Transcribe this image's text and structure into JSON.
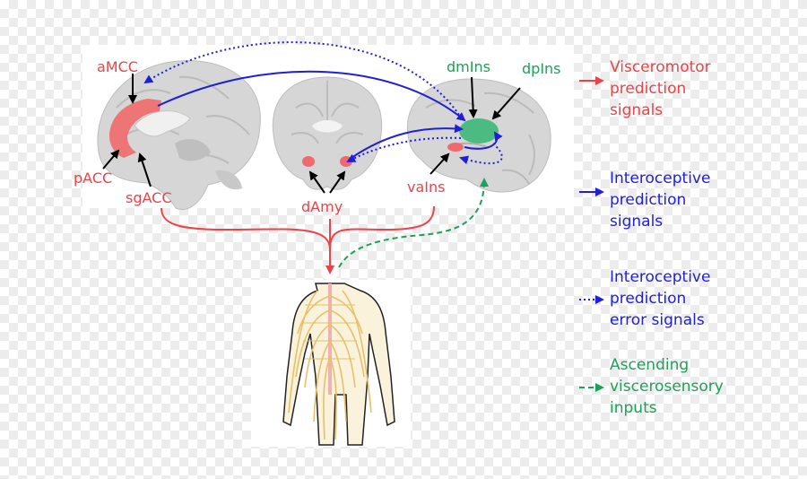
{
  "colors": {
    "red": "#e8454a",
    "blue": "#1f1fd8",
    "green": "#1ea05a",
    "nerve": "#e6c06a",
    "brain": "#d9d9d9"
  },
  "regions": {
    "aMCC": "aMCC",
    "pACC": "pACC",
    "sgACC": "sgACC",
    "dAmy": "dAmy",
    "vaIns": "vaIns",
    "dmIns": "dmIns",
    "dpIns": "dpIns"
  },
  "legend": [
    {
      "lines": [
        "Visceromotor",
        "prediction",
        "signals"
      ],
      "color": "#e8454a",
      "style": "solid-red"
    },
    {
      "lines": [
        "Interoceptive",
        "prediction",
        "signals"
      ],
      "color": "#1f1fd8",
      "style": "solid-blue"
    },
    {
      "lines": [
        "Interoceptive",
        "prediction",
        "error signals"
      ],
      "color": "#1f1fd8",
      "style": "dotted-blue"
    },
    {
      "lines": [
        "Ascending",
        "viscerosensory",
        "inputs"
      ],
      "color": "#1ea05a",
      "style": "dashed-green"
    }
  ]
}
